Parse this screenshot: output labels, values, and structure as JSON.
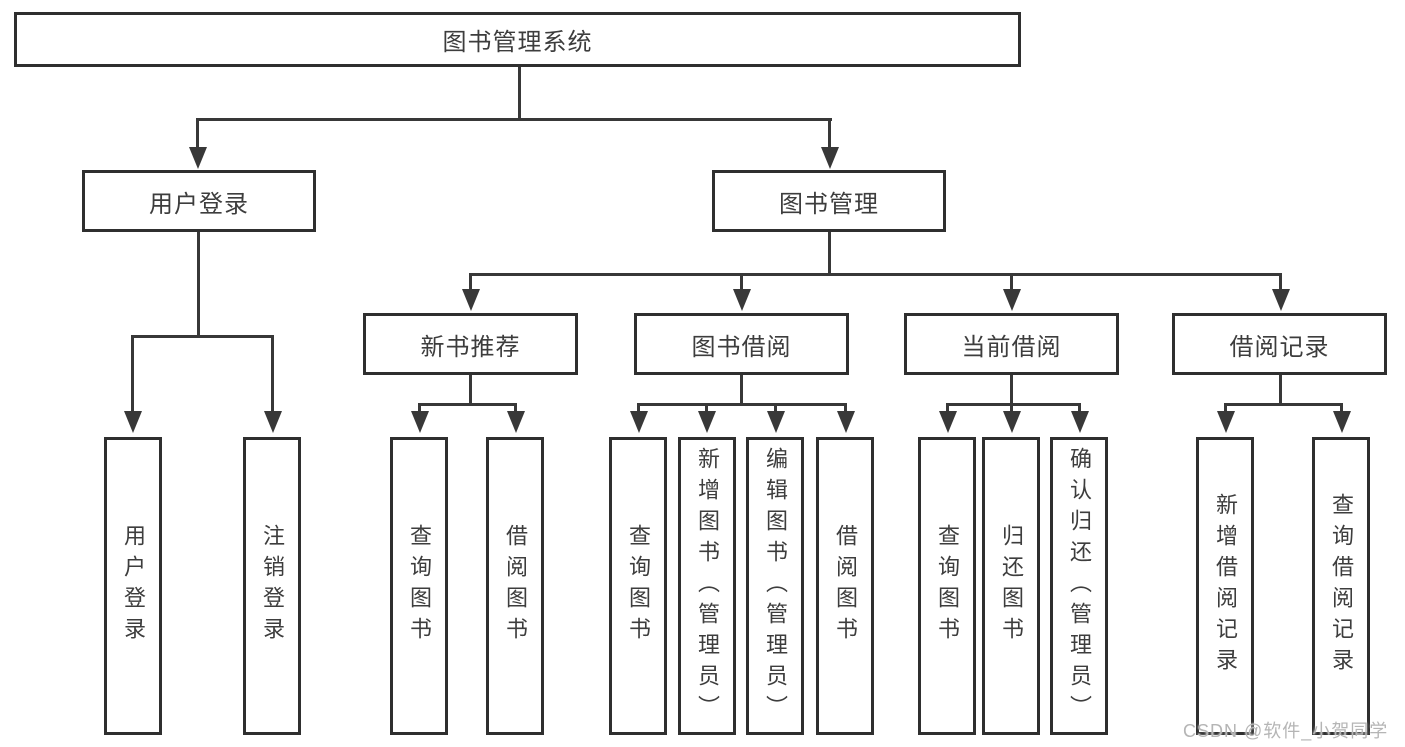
{
  "diagram": {
    "root": {
      "label": "图书管理系统"
    },
    "level2": [
      {
        "label": "用户登录",
        "children": [
          {
            "label": "用户登录"
          },
          {
            "label": "注销登录"
          }
        ]
      },
      {
        "label": "图书管理",
        "children": [
          {
            "label": "新书推荐",
            "children": [
              {
                "label": "查询图书"
              },
              {
                "label": "借阅图书"
              }
            ]
          },
          {
            "label": "图书借阅",
            "children": [
              {
                "label": "查询图书"
              },
              {
                "label": "新增图书（管理员）"
              },
              {
                "label": "编辑图书（管理员）"
              },
              {
                "label": "借阅图书"
              }
            ]
          },
          {
            "label": "当前借阅",
            "children": [
              {
                "label": "查询图书"
              },
              {
                "label": "归还图书"
              },
              {
                "label": "确认归还（管理员）"
              }
            ]
          },
          {
            "label": "借阅记录",
            "children": [
              {
                "label": "新增借阅记录"
              },
              {
                "label": "查询借阅记录"
              }
            ]
          }
        ]
      }
    ]
  },
  "watermark": {
    "text": "CSDN @软件_小贺同学"
  },
  "colors": {
    "line": "#383838",
    "box_border": "#2f2f2f",
    "box_fill": "#ffffff",
    "text": "#3d3d3d",
    "background": "#ffffff",
    "watermark": "#b5b5b5"
  }
}
